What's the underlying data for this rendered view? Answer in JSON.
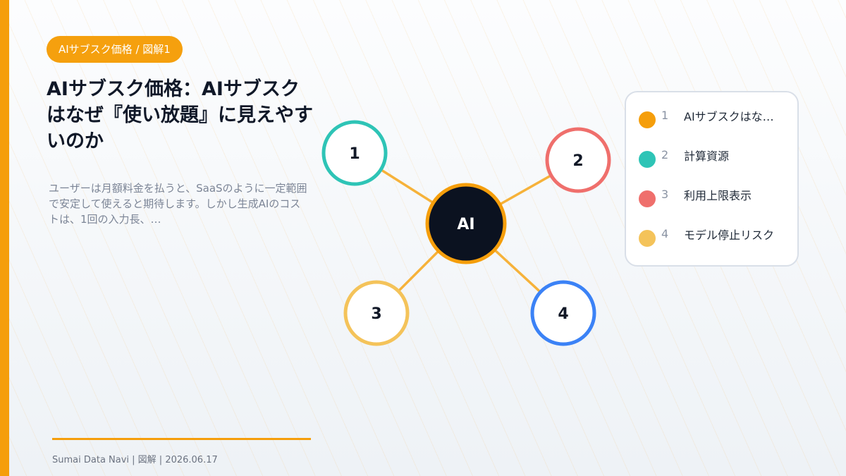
{
  "tag": "AIサブスク価格 / 図解1",
  "title": "AIサブスク価格：AIサブスクはなぜ『使い放題』に見えやすいのか",
  "description": "ユーザーは月額料金を払うと、SaaSのように一定範囲で安定して使えると期待します。しかし生成AIのコストは、1回の入力長、…",
  "diagram": {
    "center": {
      "label": "AI",
      "fill": "#0b1220",
      "stroke": "#f59e0b"
    },
    "nodes": [
      {
        "label": "1",
        "color": "#2ec4b6"
      },
      {
        "label": "2",
        "color": "#ef6f6c"
      },
      {
        "label": "3",
        "color": "#f4c35a"
      },
      {
        "label": "4",
        "color": "#3b82f6"
      }
    ],
    "edge_color": "#f6b23a"
  },
  "legend": [
    {
      "num": "1",
      "label": "AIサブスクはな…",
      "color": "#f59e0b"
    },
    {
      "num": "2",
      "label": "計算資源",
      "color": "#2ec4b6"
    },
    {
      "num": "3",
      "label": "利用上限表示",
      "color": "#ef6f6c"
    },
    {
      "num": "4",
      "label": "モデル停止リスク",
      "color": "#f4c35a"
    }
  ],
  "footer": "Sumai Data Navi | 図解 | 2026.06.17"
}
